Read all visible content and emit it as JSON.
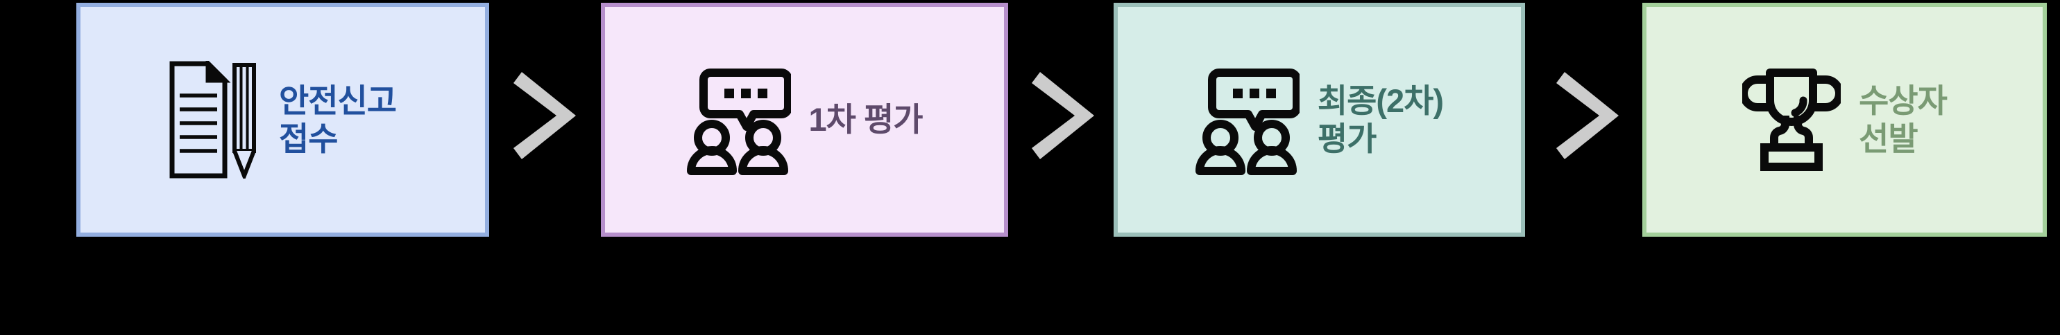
{
  "diagram": {
    "title": "safety-report-award-process-flow",
    "background_color": "#000000",
    "arrow_color": "#CCCCCC",
    "steps": [
      {
        "index": 1,
        "label": "안전신고\n접수",
        "label_line_1": "안전신고",
        "label_line_2": "접수",
        "icon": "document-pencil-icon",
        "fill_color": "#DFE8FB",
        "border_color": "#93AEDF",
        "text_color": "#21509E"
      },
      {
        "index": 2,
        "label": "1차 평가",
        "label_line_1": "1차 평가",
        "label_line_2": "",
        "icon": "people-speech-bubble-icon",
        "fill_color": "#F6E7FA",
        "border_color": "#B68FCB",
        "text_color": "#5E4A6B"
      },
      {
        "index": 3,
        "label": "최종(2차)\n평가",
        "label_line_1": "최종(2차)",
        "label_line_2": "평가",
        "icon": "people-speech-bubble-icon",
        "fill_color": "#D6EDE8",
        "border_color": "#9BBFB9",
        "text_color": "#3D7068"
      },
      {
        "index": 4,
        "label": "수상자\n선발",
        "label_line_1": "수상자",
        "label_line_2": "선발",
        "icon": "trophy-icon",
        "fill_color": "#E2F1DF",
        "border_color": "#A3CF9A",
        "text_color": "#7A9B74"
      }
    ],
    "arrows": [
      {
        "index": 1,
        "icon": "chevron-right-icon"
      },
      {
        "index": 2,
        "icon": "chevron-right-icon"
      },
      {
        "index": 3,
        "icon": "chevron-right-icon"
      }
    ]
  }
}
